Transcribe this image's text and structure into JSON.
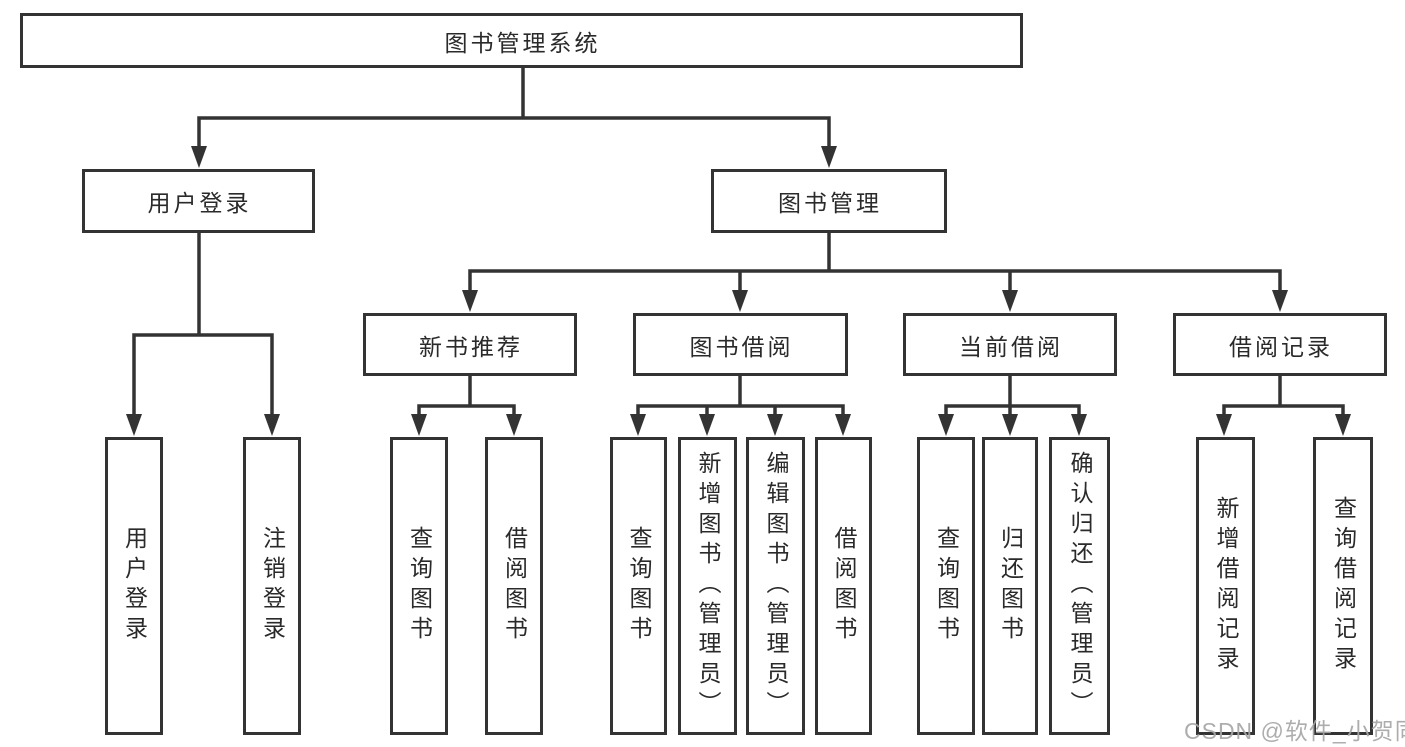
{
  "diagram": {
    "title": "图书管理系统",
    "tree": {
      "label": "图书管理系统",
      "children": [
        {
          "label": "用户登录",
          "children": [
            {
              "label": "用户登录"
            },
            {
              "label": "注销登录"
            }
          ]
        },
        {
          "label": "图书管理",
          "children": [
            {
              "label": "新书推荐",
              "children": [
                {
                  "label": "查询图书"
                },
                {
                  "label": "借阅图书"
                }
              ]
            },
            {
              "label": "图书借阅",
              "children": [
                {
                  "label": "查询图书"
                },
                {
                  "label": "新增图书（管理员）"
                },
                {
                  "label": "编辑图书（管理员）"
                },
                {
                  "label": "借阅图书"
                }
              ]
            },
            {
              "label": "当前借阅",
              "children": [
                {
                  "label": "查询图书"
                },
                {
                  "label": "归还图书"
                },
                {
                  "label": "确认归还（管理员）"
                }
              ]
            },
            {
              "label": "借阅记录",
              "children": [
                {
                  "label": "新增借阅记录"
                },
                {
                  "label": "查询借阅记录"
                }
              ]
            }
          ]
        }
      ]
    },
    "watermark": "CSDN @软件_小贺同学",
    "colors": {
      "line": "#333333",
      "text": "#2a2a2a",
      "background": "#ffffff",
      "watermark": "#a6a6a6"
    }
  }
}
